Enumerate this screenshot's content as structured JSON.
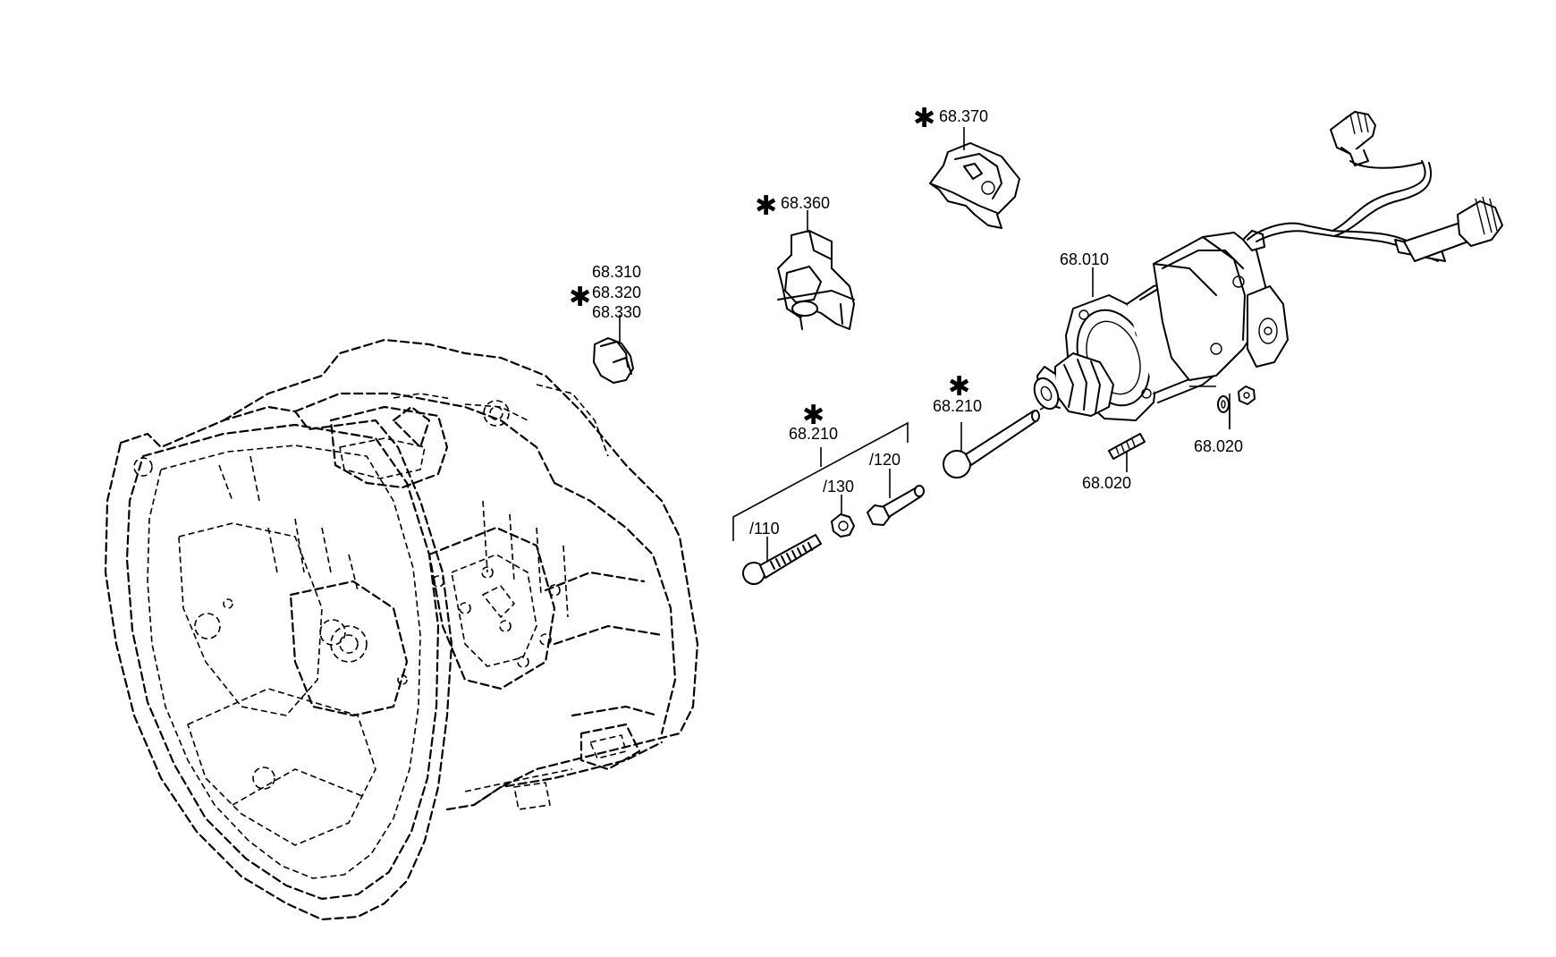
{
  "labels": {
    "l68310": "68.310",
    "l68320": "68.320",
    "l68330": "68.330",
    "l68360": "68.360",
    "l68370": "68.370",
    "l68210a": "68.210",
    "l68210b": "68.210",
    "l110": "/110",
    "l120": "/120",
    "l130": "/130",
    "l68010": "68.010",
    "l68020a": "68.020",
    "l68020b": "68.020"
  },
  "star_glyph": "✱"
}
